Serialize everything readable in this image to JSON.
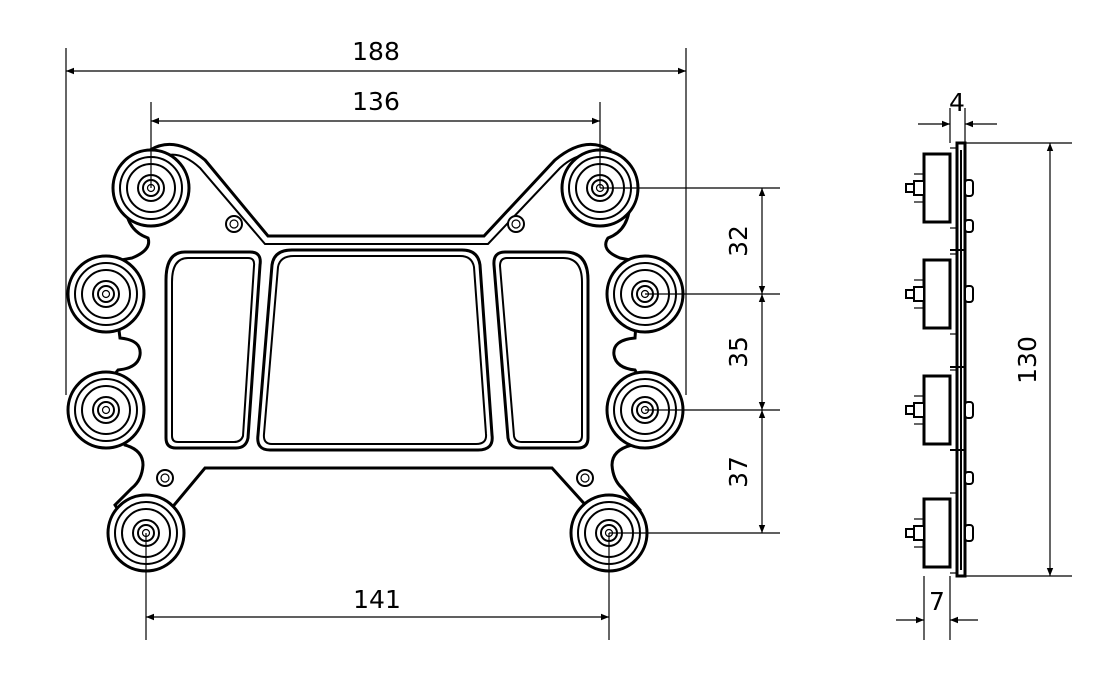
{
  "dimensions": {
    "overall_width": "188",
    "top_hole_spacing": "136",
    "bottom_hole_spacing": "141",
    "spacing_1": "32",
    "spacing_2": "35",
    "spacing_3": "37",
    "side_thickness": "4",
    "side_height": "130",
    "side_standoff": "7"
  },
  "colors": {
    "line": "#000000",
    "background": "#ffffff"
  }
}
